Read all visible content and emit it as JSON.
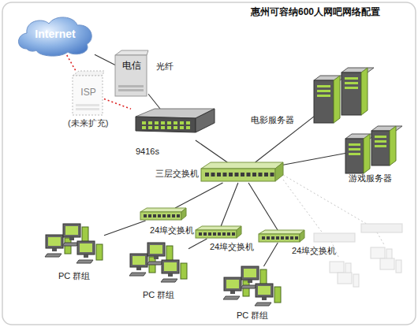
{
  "diagram": {
    "title": "惠州可容纳600人网吧网络配置",
    "nodes": [
      {
        "text": [
          "Internet"
        ]
      },
      {
        "text": [
          "电信"
        ]
      },
      {
        "text": [
          "ISP"
        ]
      },
      {
        "text": [
          "9416s"
        ]
      },
      {
        "text": [
          "电影服务器"
        ]
      },
      {
        "text": [
          "游戏服务器"
        ]
      },
      {
        "text": [
          "三层交换机"
        ]
      },
      {
        "text": [
          "24埠交换机"
        ]
      },
      {
        "text": [
          "PC 群组"
        ]
      },
      {
        "text": [
          "24埠交换机"
        ]
      },
      {
        "text": [
          "PC 群组"
        ]
      },
      {
        "text": [
          "24埠交换机"
        ]
      },
      {
        "text": [
          "PC 群组"
        ]
      }
    ],
    "edges": [
      {
        "from": 0,
        "to": 1,
        "arrow": "none"
      },
      {
        "from": 0,
        "to": 2,
        "arrow": "none"
      },
      {
        "from": 2,
        "to": 3,
        "arrow": "none"
      },
      {
        "from": 1,
        "to": 3,
        "arrow": "none"
      },
      {
        "from": 3,
        "to": 6,
        "arrow": "none"
      },
      {
        "from": 6,
        "to": 4,
        "arrow": "none"
      },
      {
        "from": 6,
        "to": 5,
        "arrow": "none"
      },
      {
        "from": 6,
        "to": 7,
        "arrow": "none"
      },
      {
        "from": 7,
        "to": 8,
        "arrow": "none"
      },
      {
        "from": 6,
        "to": 9,
        "arrow": "none"
      },
      {
        "from": 9,
        "to": 10,
        "arrow": "none"
      },
      {
        "from": 6,
        "to": 11,
        "arrow": "none"
      },
      {
        "from": 11,
        "to": 12,
        "arrow": "none"
      }
    ],
    "labels": [
      "光纤",
      "(未来扩充)"
    ]
  }
}
